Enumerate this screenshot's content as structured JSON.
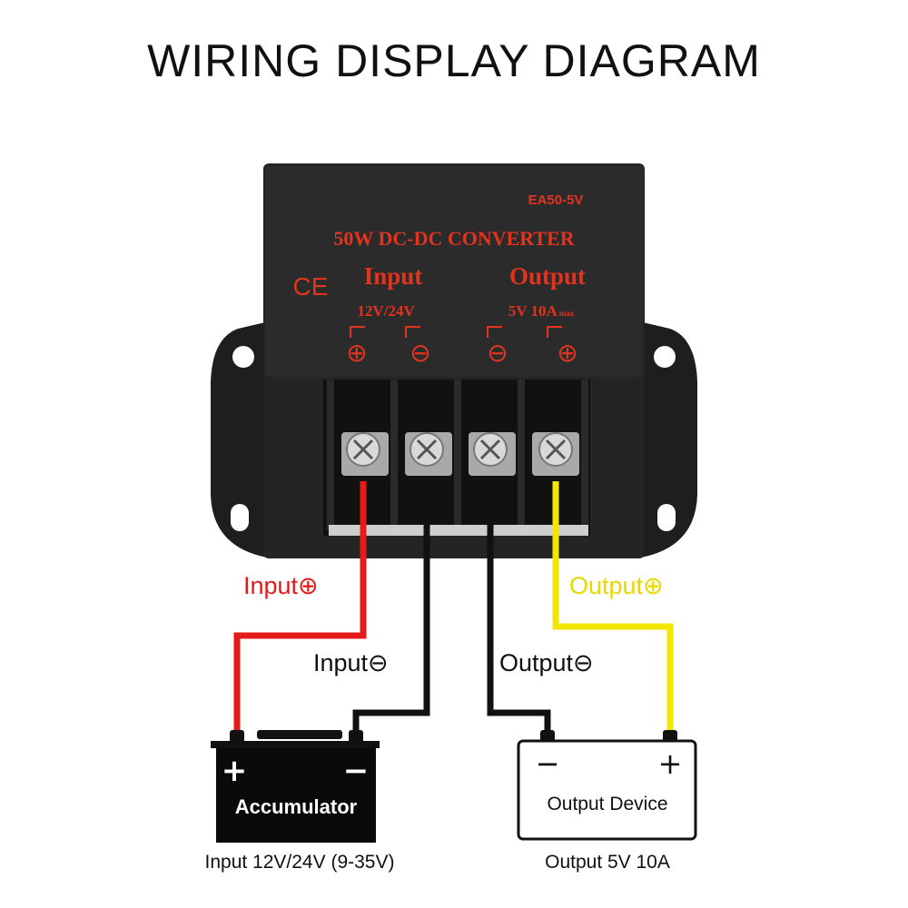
{
  "title": "WIRING DISPLAY DIAGRAM",
  "device": {
    "model": "EA50-5V",
    "name": "50W DC-DC CONVERTER",
    "ce_mark": "CE",
    "input_heading": "Input",
    "input_rating": "12V/24V",
    "output_heading": "Output",
    "output_rating": "5V 10A",
    "output_rating_suffix": "max",
    "terminal_symbols": [
      "⊕",
      "⊖",
      "⊖",
      "⊕"
    ]
  },
  "wires": {
    "input_pos_label": "Input⊕",
    "input_neg_label": "Input⊖",
    "output_neg_label": "Output⊖",
    "output_pos_label": "Output⊕"
  },
  "battery": {
    "plus": "+",
    "minus": "−",
    "label": "Accumulator",
    "caption": "Input 12V/24V (9-35V)"
  },
  "load": {
    "minus": "−",
    "plus": "+",
    "label": "Output Device",
    "caption": "Output 5V 10A"
  },
  "colors": {
    "red_wire": "#e31b1b",
    "black_wire": "#111111",
    "yellow_wire": "#f3e600",
    "body": "#222222",
    "print": "#e0341f",
    "label_red": "#e31b1b",
    "label_yellow": "#e8d800"
  }
}
